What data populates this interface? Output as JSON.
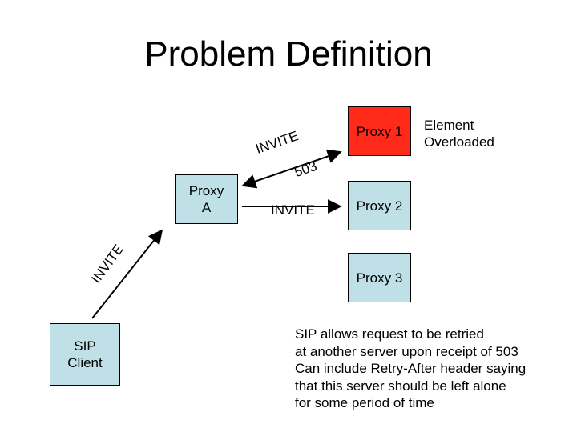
{
  "title": "Problem Definition",
  "nodes": {
    "proxy_1": "Proxy 1",
    "proxy_2": "Proxy 2",
    "proxy_3": "Proxy 3",
    "proxy_a_line1": "Proxy",
    "proxy_a_line2": "A",
    "sip_client_line1": "SIP",
    "sip_client_line2": "Client"
  },
  "labels": {
    "element_overloaded_line1": "Element",
    "element_overloaded_line2": "Overloaded",
    "invite_to_proxy_1": "INVITE",
    "response_503": "503",
    "invite_to_proxy_2": "INVITE",
    "invite_from_client": "INVITE"
  },
  "note": {
    "lines": [
      "SIP allows request to be retried",
      "at another server upon receipt of 503",
      "Can include Retry-After header saying",
      "that this server should be left alone",
      "for some period of time"
    ]
  },
  "colors": {
    "overloaded_fill": "#ff2a1a",
    "proxy_fill": "#bfe0e6",
    "client_fill": "#bfe0e6"
  }
}
